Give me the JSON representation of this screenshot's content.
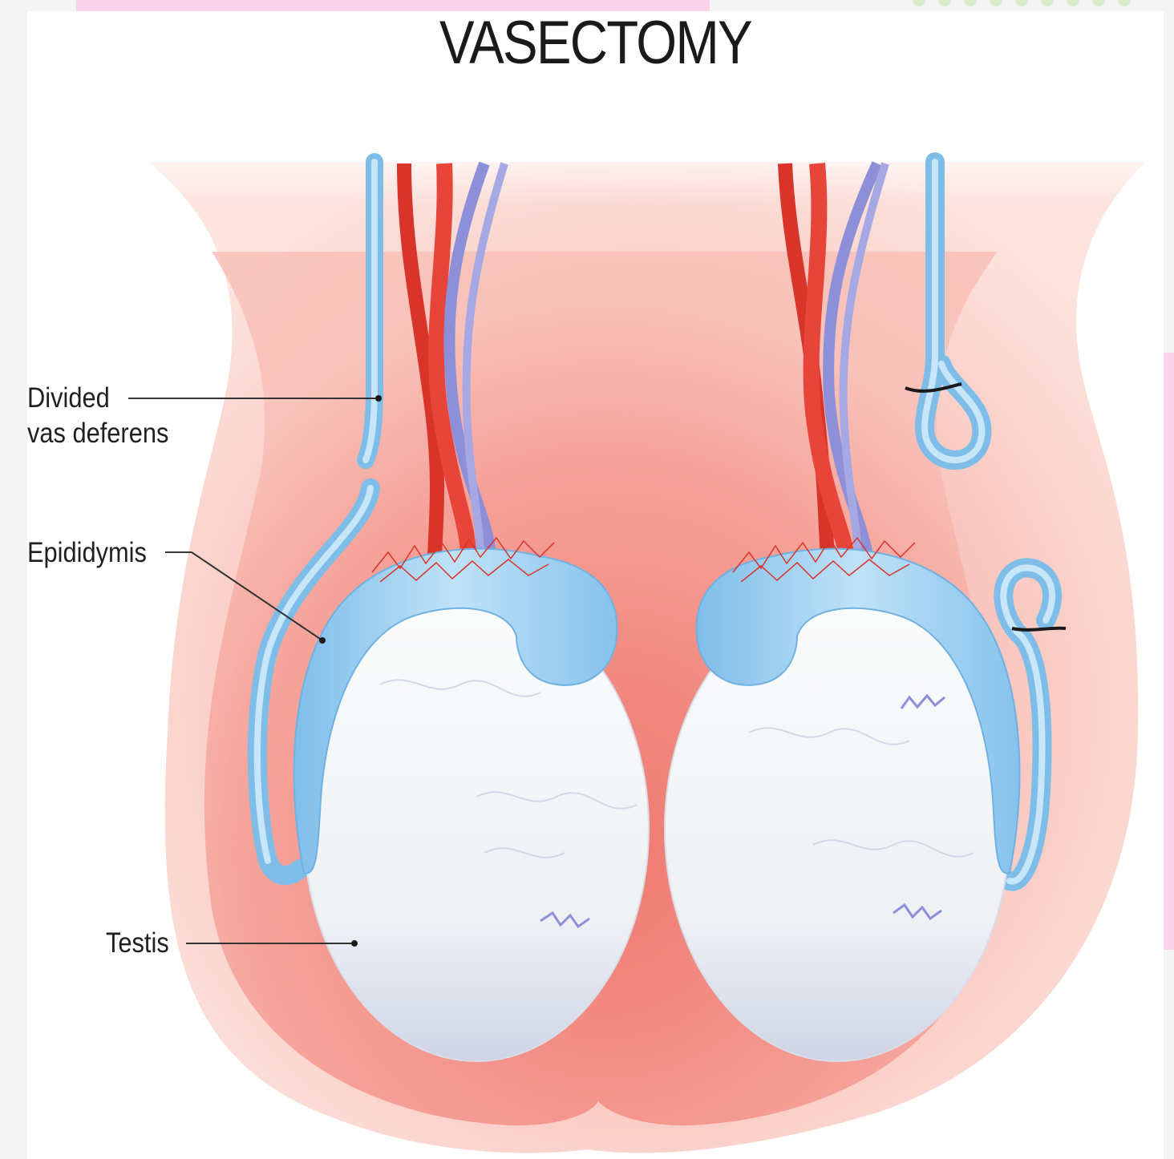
{
  "title": "VASECTOMY",
  "labels": {
    "vas_line1": "Divided",
    "vas_line2": "vas deferens",
    "epididymis": "Epididymis",
    "testis": "Testis"
  },
  "colors": {
    "background": "#f4f4f4",
    "accent_pink": "#fbd3ea",
    "dot_green": "#d7edc8",
    "skin": "#f7c4bd",
    "duct_blue": "#a8d4f2",
    "artery_red": "#e0392b",
    "vein_purple": "#8c8fd6",
    "testis_white": "#f4f6f8"
  },
  "decor": {
    "dot_count": 9
  }
}
